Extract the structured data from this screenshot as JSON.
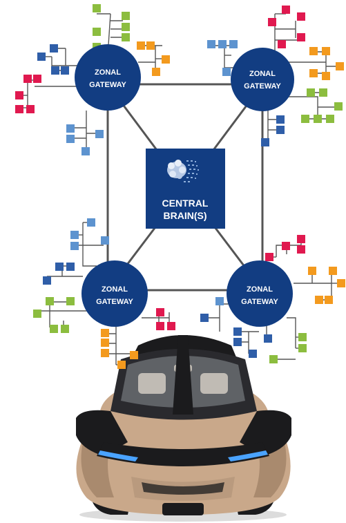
{
  "colors": {
    "navy": "#123d82",
    "link": "#555555",
    "green": "#8cbd3f",
    "orange": "#f39a1e",
    "crimson": "#e0194f",
    "blue_dark": "#2f5ea8",
    "blue_light": "#5d93cf",
    "car_body": "#c9a88a",
    "car_black": "#1b1b1d"
  },
  "gateways": {
    "top_left": {
      "line1": "ZONAL",
      "line2": "GATEWAY"
    },
    "top_right": {
      "line1": "ZONAL",
      "line2": "GATEWAY"
    },
    "bottom_left": {
      "line1": "ZONAL",
      "line2": "GATEWAY"
    },
    "bottom_right": {
      "line1": "ZONAL",
      "line2": "GATEWAY"
    }
  },
  "central": {
    "line1": "CENTRAL",
    "line2": "BRAIN(S)",
    "icon": "ai-brain-icon"
  },
  "car": {
    "icon": "electric-car-image"
  }
}
